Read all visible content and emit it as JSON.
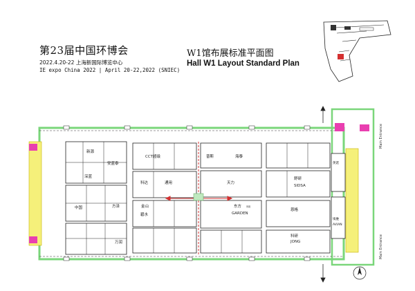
{
  "header": {
    "title_cn": "第23届中国环博会",
    "date_cn": "2022.4.20-22 上海新国际博览中心",
    "expo_en": "IE expo China 2022 | April 20-22,2022 (SNIEC)"
  },
  "plan": {
    "title_cn": "W1馆布展标准平面图",
    "title_en": "Hall W1 Layout Standard Plan"
  },
  "side_labels": {
    "main_entrance_top": "Main Entrance",
    "main_entrance_bottom": "Main Entrance"
  },
  "booths": [
    {
      "key": "b1",
      "label": "新源"
    },
    {
      "key": "b2",
      "label": "安蓝泰"
    },
    {
      "key": "b3",
      "label": "深蓝"
    },
    {
      "key": "b4",
      "label": "CCT超级"
    },
    {
      "key": "b5",
      "label": "科达"
    },
    {
      "key": "b6",
      "label": "通用"
    },
    {
      "key": "b7",
      "label": "方泽"
    },
    {
      "key": "b8",
      "label": "金山"
    },
    {
      "key": "b9",
      "label": "碧水"
    },
    {
      "key": "b10",
      "label": "普斯"
    },
    {
      "key": "b11",
      "label": "海泰"
    },
    {
      "key": "b12",
      "label": "天力"
    },
    {
      "key": "b13",
      "label": "舒研"
    },
    {
      "key": "b14",
      "label": "SIDSA"
    },
    {
      "key": "b15",
      "label": "东方"
    },
    {
      "key": "b16",
      "label": "景观"
    },
    {
      "key": "b17",
      "label": "GARDEN"
    },
    {
      "key": "b18",
      "label": "恩格"
    },
    {
      "key": "b19",
      "label": "科研"
    },
    {
      "key": "b20",
      "label": "JONG"
    },
    {
      "key": "b21",
      "label": "埃维"
    },
    {
      "key": "b22",
      "label": "AVIAN"
    },
    {
      "key": "b23",
      "label": "英诺"
    },
    {
      "key": "b24",
      "label": "中国"
    },
    {
      "key": "b25",
      "label": "万润"
    }
  ],
  "colors": {
    "wall": "#7ad67a",
    "service_yellow": "#f5f07a",
    "service_magenta": "#e93fb0",
    "aisle_red": "#d43030",
    "booth_line": "#222222"
  }
}
